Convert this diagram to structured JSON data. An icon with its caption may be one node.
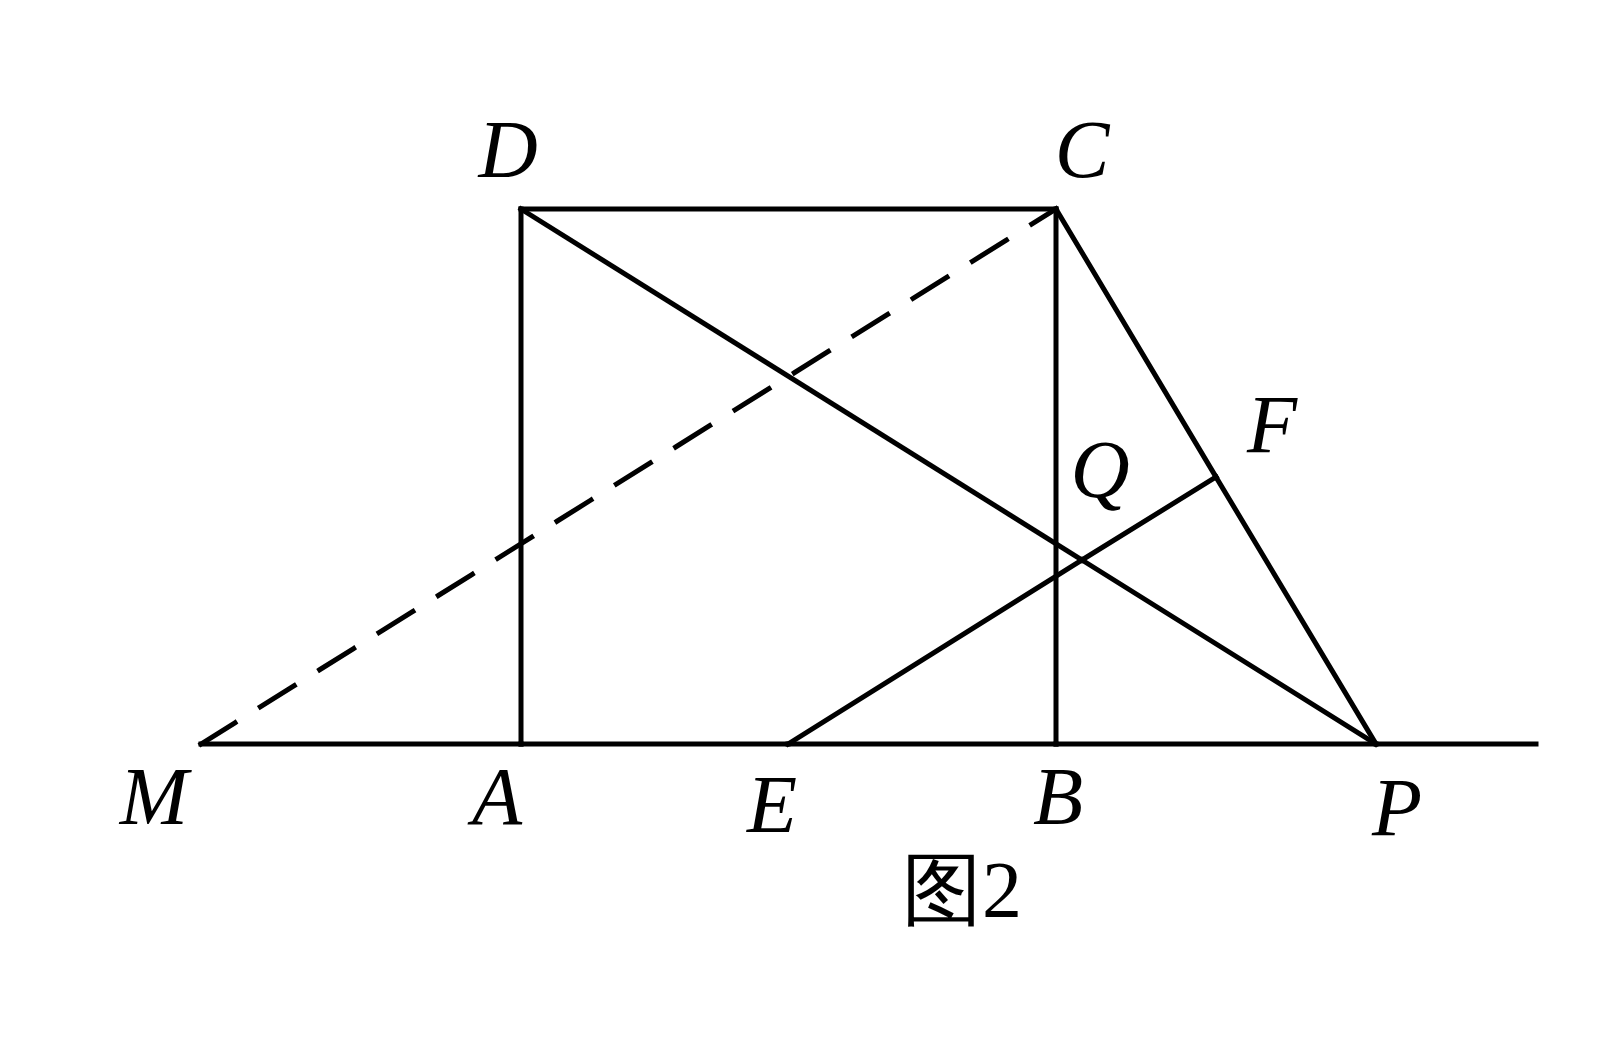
{
  "diagram": {
    "caption": "图2",
    "nodes": [
      {
        "text": [
          "D"
        ]
      },
      {
        "text": [
          "C"
        ]
      },
      {
        "text": [
          "F"
        ]
      },
      {
        "text": [
          "Q"
        ]
      },
      {
        "text": [
          "M"
        ]
      },
      {
        "text": [
          "A"
        ]
      },
      {
        "text": [
          "E"
        ]
      },
      {
        "text": [
          "B"
        ]
      },
      {
        "text": [
          "P"
        ]
      }
    ],
    "edges": [
      {
        "from": 4,
        "to": 5,
        "arrow": "none"
      },
      {
        "from": 5,
        "to": 6,
        "arrow": "none"
      },
      {
        "from": 6,
        "to": 7,
        "arrow": "none"
      },
      {
        "from": 7,
        "to": 8,
        "arrow": "none"
      },
      {
        "from": 8,
        "to": null,
        "arrow": "none"
      },
      {
        "from": 5,
        "to": 0,
        "arrow": "none"
      },
      {
        "from": 0,
        "to": 1,
        "arrow": "none"
      },
      {
        "from": 1,
        "to": 7,
        "arrow": "none"
      },
      {
        "from": 1,
        "to": 2,
        "arrow": "none"
      },
      {
        "from": 2,
        "to": 8,
        "arrow": "none"
      },
      {
        "from": 0,
        "to": 3,
        "arrow": "none"
      },
      {
        "from": 3,
        "to": 8,
        "arrow": "none"
      },
      {
        "from": 6,
        "to": 3,
        "arrow": "none"
      },
      {
        "from": 3,
        "to": 2,
        "arrow": "none"
      },
      {
        "from": 4,
        "to": 1,
        "arrow": "none",
        "style": "dashed"
      }
    ]
  }
}
